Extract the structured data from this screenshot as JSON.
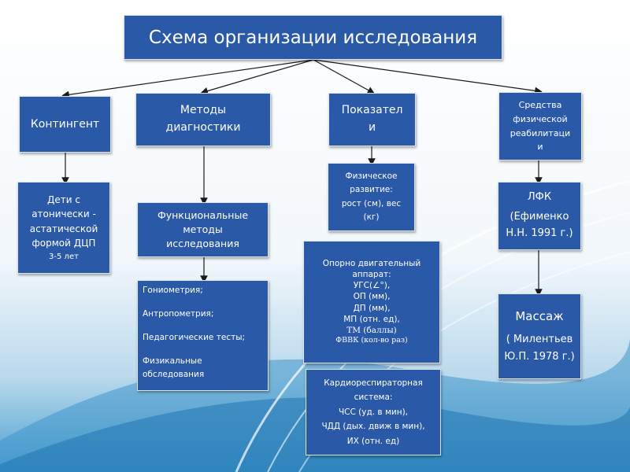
{
  "title": "Схема организации исследования",
  "categories": {
    "contingent": "Контингент",
    "methods": [
      "Методы",
      "диагностики"
    ],
    "indicators": [
      "Показател",
      "и"
    ],
    "rehab": [
      "Средства",
      "физической",
      "реабилитаци",
      "и"
    ]
  },
  "contingent_detail": [
    "Дети  с",
    "атонически -",
    "астатической",
    "формой ДЦП",
    "3-5 лет"
  ],
  "functional_methods": [
    "Функциональные",
    "методы",
    "исследования"
  ],
  "methods_list": [
    "Гониометрия;",
    "Антропометрия;",
    "Педагогические тесты;",
    "Физикальные",
    "обследования"
  ],
  "physical_development": [
    "Физическое",
    "развитие:",
    "рост (см), вес",
    "(кг)"
  ],
  "musculoskeletal": [
    "Опорно двигательный",
    "аппарат:",
    "УГС(∠°),",
    "ОП (мм),",
    "ДП (мм),",
    "МП (отн. ед),",
    "ТМ (баллы)",
    "ФВВК (кол-во раз)"
  ],
  "cardio": [
    "Кардиореспираторная",
    "система:",
    "ЧСС (уд. в мин),",
    "ЧДД (дых. движ в мин),",
    "ИХ (отн. ед)"
  ],
  "lfk": [
    "ЛФК",
    "(Ефименко",
    "Н.Н. 1991 г.)"
  ],
  "massage": [
    "Массаж",
    "( Милентьев",
    "Ю.П. 1978 г.)"
  ],
  "colors": {
    "box": "#2a59a8",
    "border": "#dfe6f3",
    "text": "#ffffff",
    "line": "#1a1a1a"
  }
}
